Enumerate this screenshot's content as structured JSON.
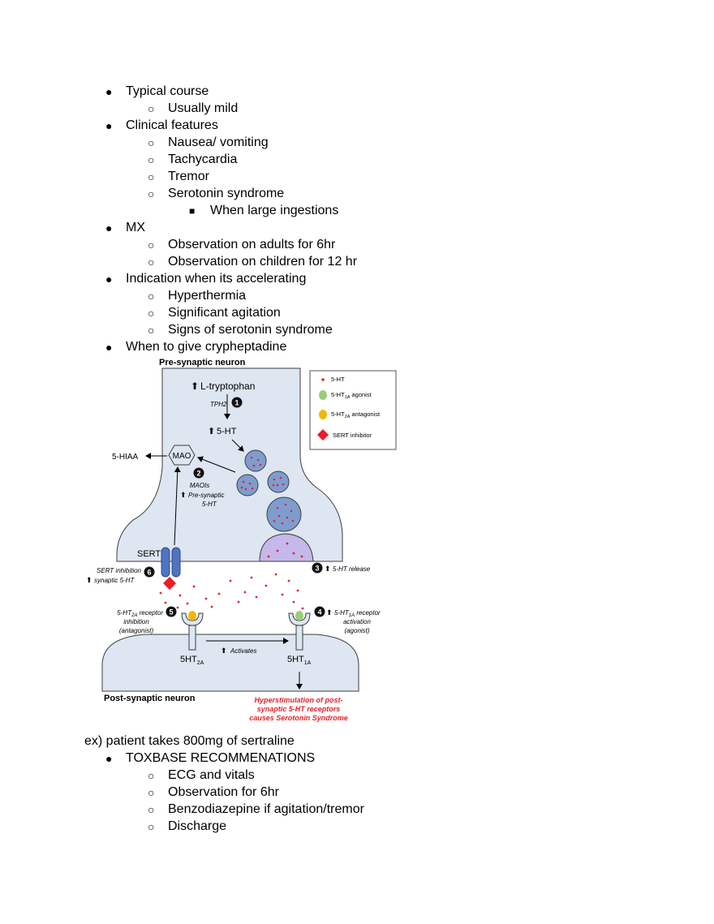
{
  "outline1": [
    {
      "level": 1,
      "marker": "●",
      "text": "Typical course"
    },
    {
      "level": 2,
      "marker": "○",
      "text": "Usually mild"
    },
    {
      "level": 1,
      "marker": "●",
      "text": "Clinical features"
    },
    {
      "level": 2,
      "marker": "○",
      "text": "Nausea/ vomiting"
    },
    {
      "level": 2,
      "marker": "○",
      "text": "Tachycardia"
    },
    {
      "level": 2,
      "marker": "○",
      "text": "Tremor"
    },
    {
      "level": 2,
      "marker": "○",
      "text": "Serotonin syndrome"
    },
    {
      "level": 3,
      "marker": "■",
      "text": "When large ingestions"
    },
    {
      "level": 1,
      "marker": "●",
      "text": "MX"
    },
    {
      "level": 2,
      "marker": "○",
      "text": "Observation on adults for 6hr"
    },
    {
      "level": 2,
      "marker": "○",
      "text": "Observation on children for 12 hr"
    },
    {
      "level": 1,
      "marker": "●",
      "text": "Indication when its accelerating"
    },
    {
      "level": 2,
      "marker": "○",
      "text": "Hyperthermia"
    },
    {
      "level": 2,
      "marker": "○",
      "text": "Significant agitation"
    },
    {
      "level": 2,
      "marker": "○",
      "text": "Signs of serotonin syndrome"
    },
    {
      "level": 1,
      "marker": "●",
      "text": "When to give crypheptadine"
    }
  ],
  "diagram": {
    "presynaptic": "Pre-synaptic neuron",
    "postsynaptic": "Post-synaptic neuron",
    "ltryptophan": "L-tryptophan",
    "tph2": "TPH2",
    "ht5": "5-HT",
    "hiaa": "5-HIAA",
    "mao": "MAO",
    "maois": "MAOIs",
    "presyn_5ht_1": "Pre-synaptic",
    "presyn_5ht_2": "5-HT",
    "sert": "SERT",
    "sert_inhib_1": "SERT inhibition",
    "sert_inhib_2": "synaptic 5-HT",
    "release": "5-HT release",
    "r2a_1a": "5-HT",
    "r2a_1b": "2A",
    "r2a_1c": " receptor",
    "r2a_2": "inhibition",
    "r2a_3": "(antagonist)",
    "r1a_1a": "5-HT",
    "r1a_1b": "1A",
    "r1a_1c": " receptor",
    "r1a_2": "activation",
    "r1a_3": "(agonist)",
    "rec2a_a": "5HT",
    "rec2a_b": "2A",
    "rec1a_a": "5HT",
    "rec1a_b": "1A",
    "activates": "Activates",
    "hyper_1": "Hyperstimulation of post-",
    "hyper_2": "synaptic 5-HT receptors",
    "hyper_3": "causes Serotonin Syndrome",
    "num1": "1",
    "num2": "2",
    "num3": "3",
    "num4": "4",
    "num5": "5",
    "num6": "6",
    "legend": {
      "l1": "5-HT",
      "l2a": "5-HT",
      "l2b": "1A",
      "l2c": " agonist",
      "l3a": "5-HT",
      "l3b": "2A",
      "l3c": " antagonist",
      "l4": "SERT inhibitor"
    },
    "colors": {
      "neuron_fill": "#dde6f1",
      "neuron_stroke": "#3d3d3d",
      "vesicle": "#7f9ccf",
      "dot": "#e3242b",
      "agonist": "#9acd7a",
      "antagonist": "#f2b705",
      "sert_inhibitor": "#ee1c25",
      "sert_blue": "#4f74c2",
      "release_fill": "#c5b8ea",
      "hyper_text": "#e3242b"
    }
  },
  "example": "ex) patient takes 800mg of sertraline",
  "outline2": [
    {
      "level": 1,
      "marker": "●",
      "text": "TOXBASE RECOMMENATIONS"
    },
    {
      "level": 2,
      "marker": "○",
      "text": "ECG and vitals"
    },
    {
      "level": 2,
      "marker": "○",
      "text": "Observation for 6hr"
    },
    {
      "level": 2,
      "marker": "○",
      "text": "Benzodiazepine if agitation/tremor"
    },
    {
      "level": 2,
      "marker": "○",
      "text": "Discharge"
    }
  ]
}
